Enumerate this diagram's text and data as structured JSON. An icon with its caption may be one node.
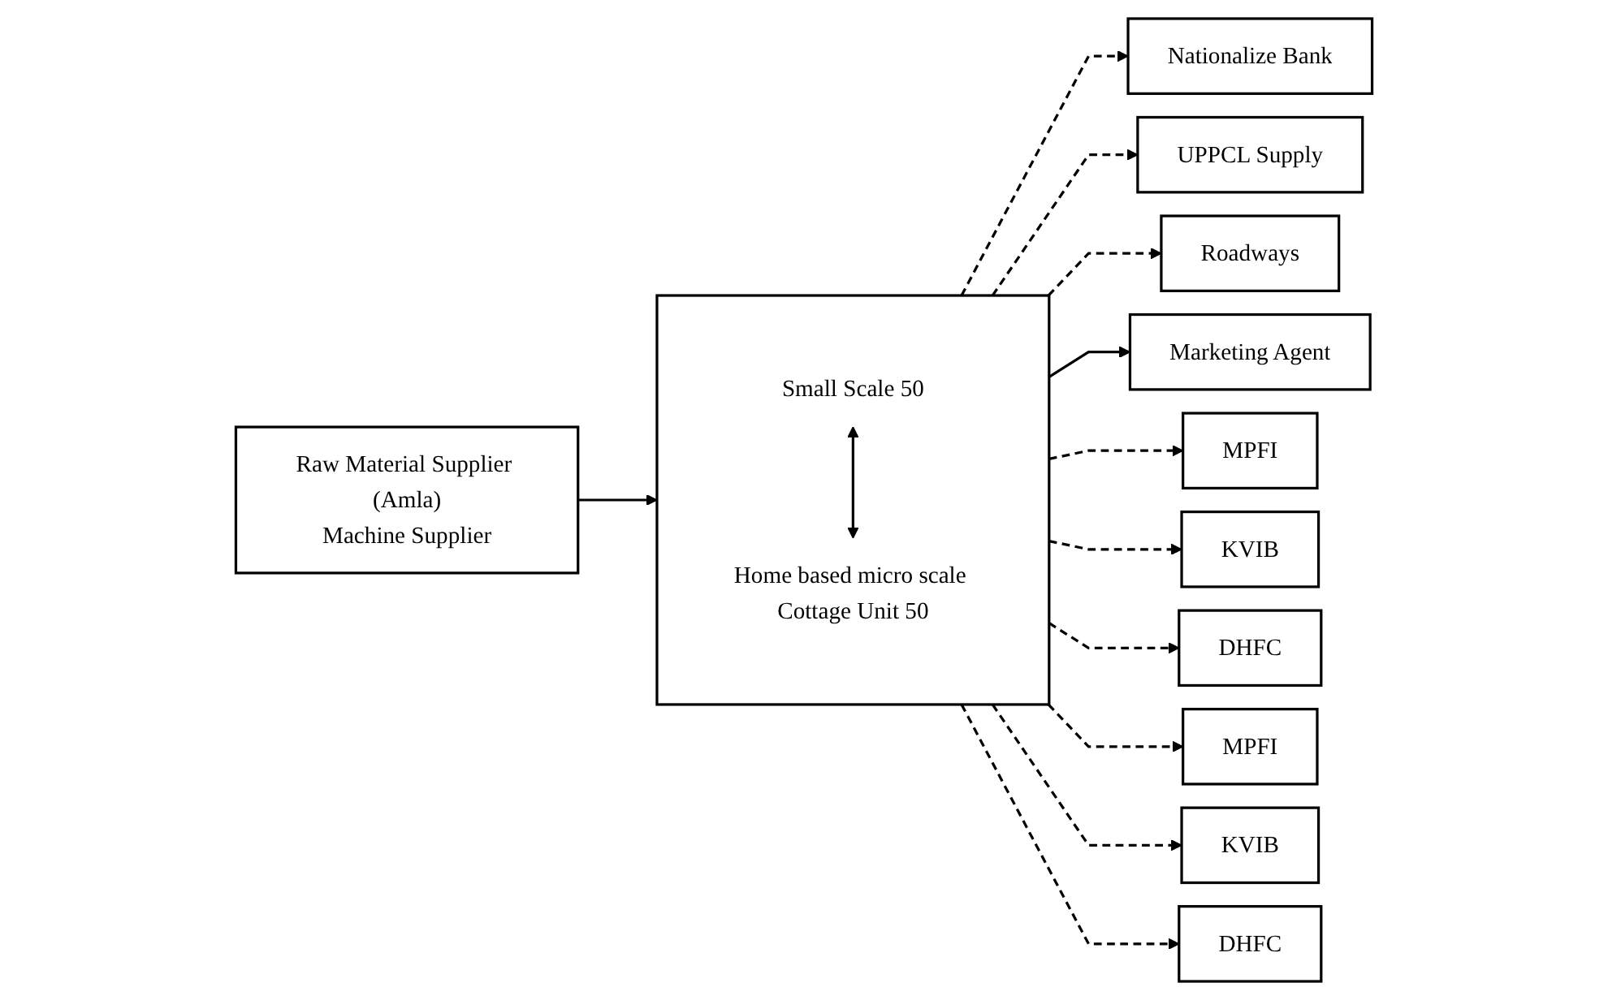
{
  "diagram": {
    "nodes": [
      {
        "text": [
          "Nationalize Bank"
        ]
      },
      {
        "text": [
          "UPPCL Supply"
        ]
      },
      {
        "text": [
          "Roadways"
        ]
      },
      {
        "text": [
          "Raw Material Supplier (Amla)",
          "Machine Supplier"
        ]
      },
      {
        "text": [],
        "shape": "box"
      },
      {
        "text": [
          "Small Scale 50"
        ],
        "in": 4
      },
      {
        "text": [
          "Home based micro scale Cottage Unit 50"
        ],
        "in": 4
      },
      {
        "text": [
          "Marketing Agent"
        ]
      },
      {
        "text": [
          "MPFI"
        ]
      },
      {
        "text": [
          "KVIB"
        ]
      },
      {
        "text": [
          "DHFC"
        ]
      },
      {
        "text": [
          "MPFI"
        ]
      },
      {
        "text": [
          "KVIB"
        ]
      },
      {
        "text": [
          "DHFC"
        ]
      }
    ],
    "edges": [
      {
        "from": 4,
        "to": 0,
        "arrow": "to",
        "style": "dashed"
      },
      {
        "from": 4,
        "to": 1,
        "arrow": "to",
        "style": "dashed"
      },
      {
        "from": 4,
        "to": 2,
        "arrow": "to",
        "style": "dashed"
      },
      {
        "from": 3,
        "to": 4,
        "arrow": "to"
      },
      {
        "from": 5,
        "to": 6,
        "arrow": "both"
      },
      {
        "from": 4,
        "to": 7,
        "arrow": "to"
      },
      {
        "from": 4,
        "to": 8,
        "arrow": "to",
        "style": "dashed"
      },
      {
        "from": 4,
        "to": 9,
        "arrow": "to",
        "style": "dashed"
      },
      {
        "from": 4,
        "to": 10,
        "arrow": "to",
        "style": "dashed"
      },
      {
        "from": 4,
        "to": 11,
        "arrow": "to",
        "style": "dashed"
      },
      {
        "from": 4,
        "to": 12,
        "arrow": "to",
        "style": "dashed"
      },
      {
        "from": 4,
        "to": 13,
        "arrow": "to",
        "style": "dashed"
      }
    ]
  }
}
